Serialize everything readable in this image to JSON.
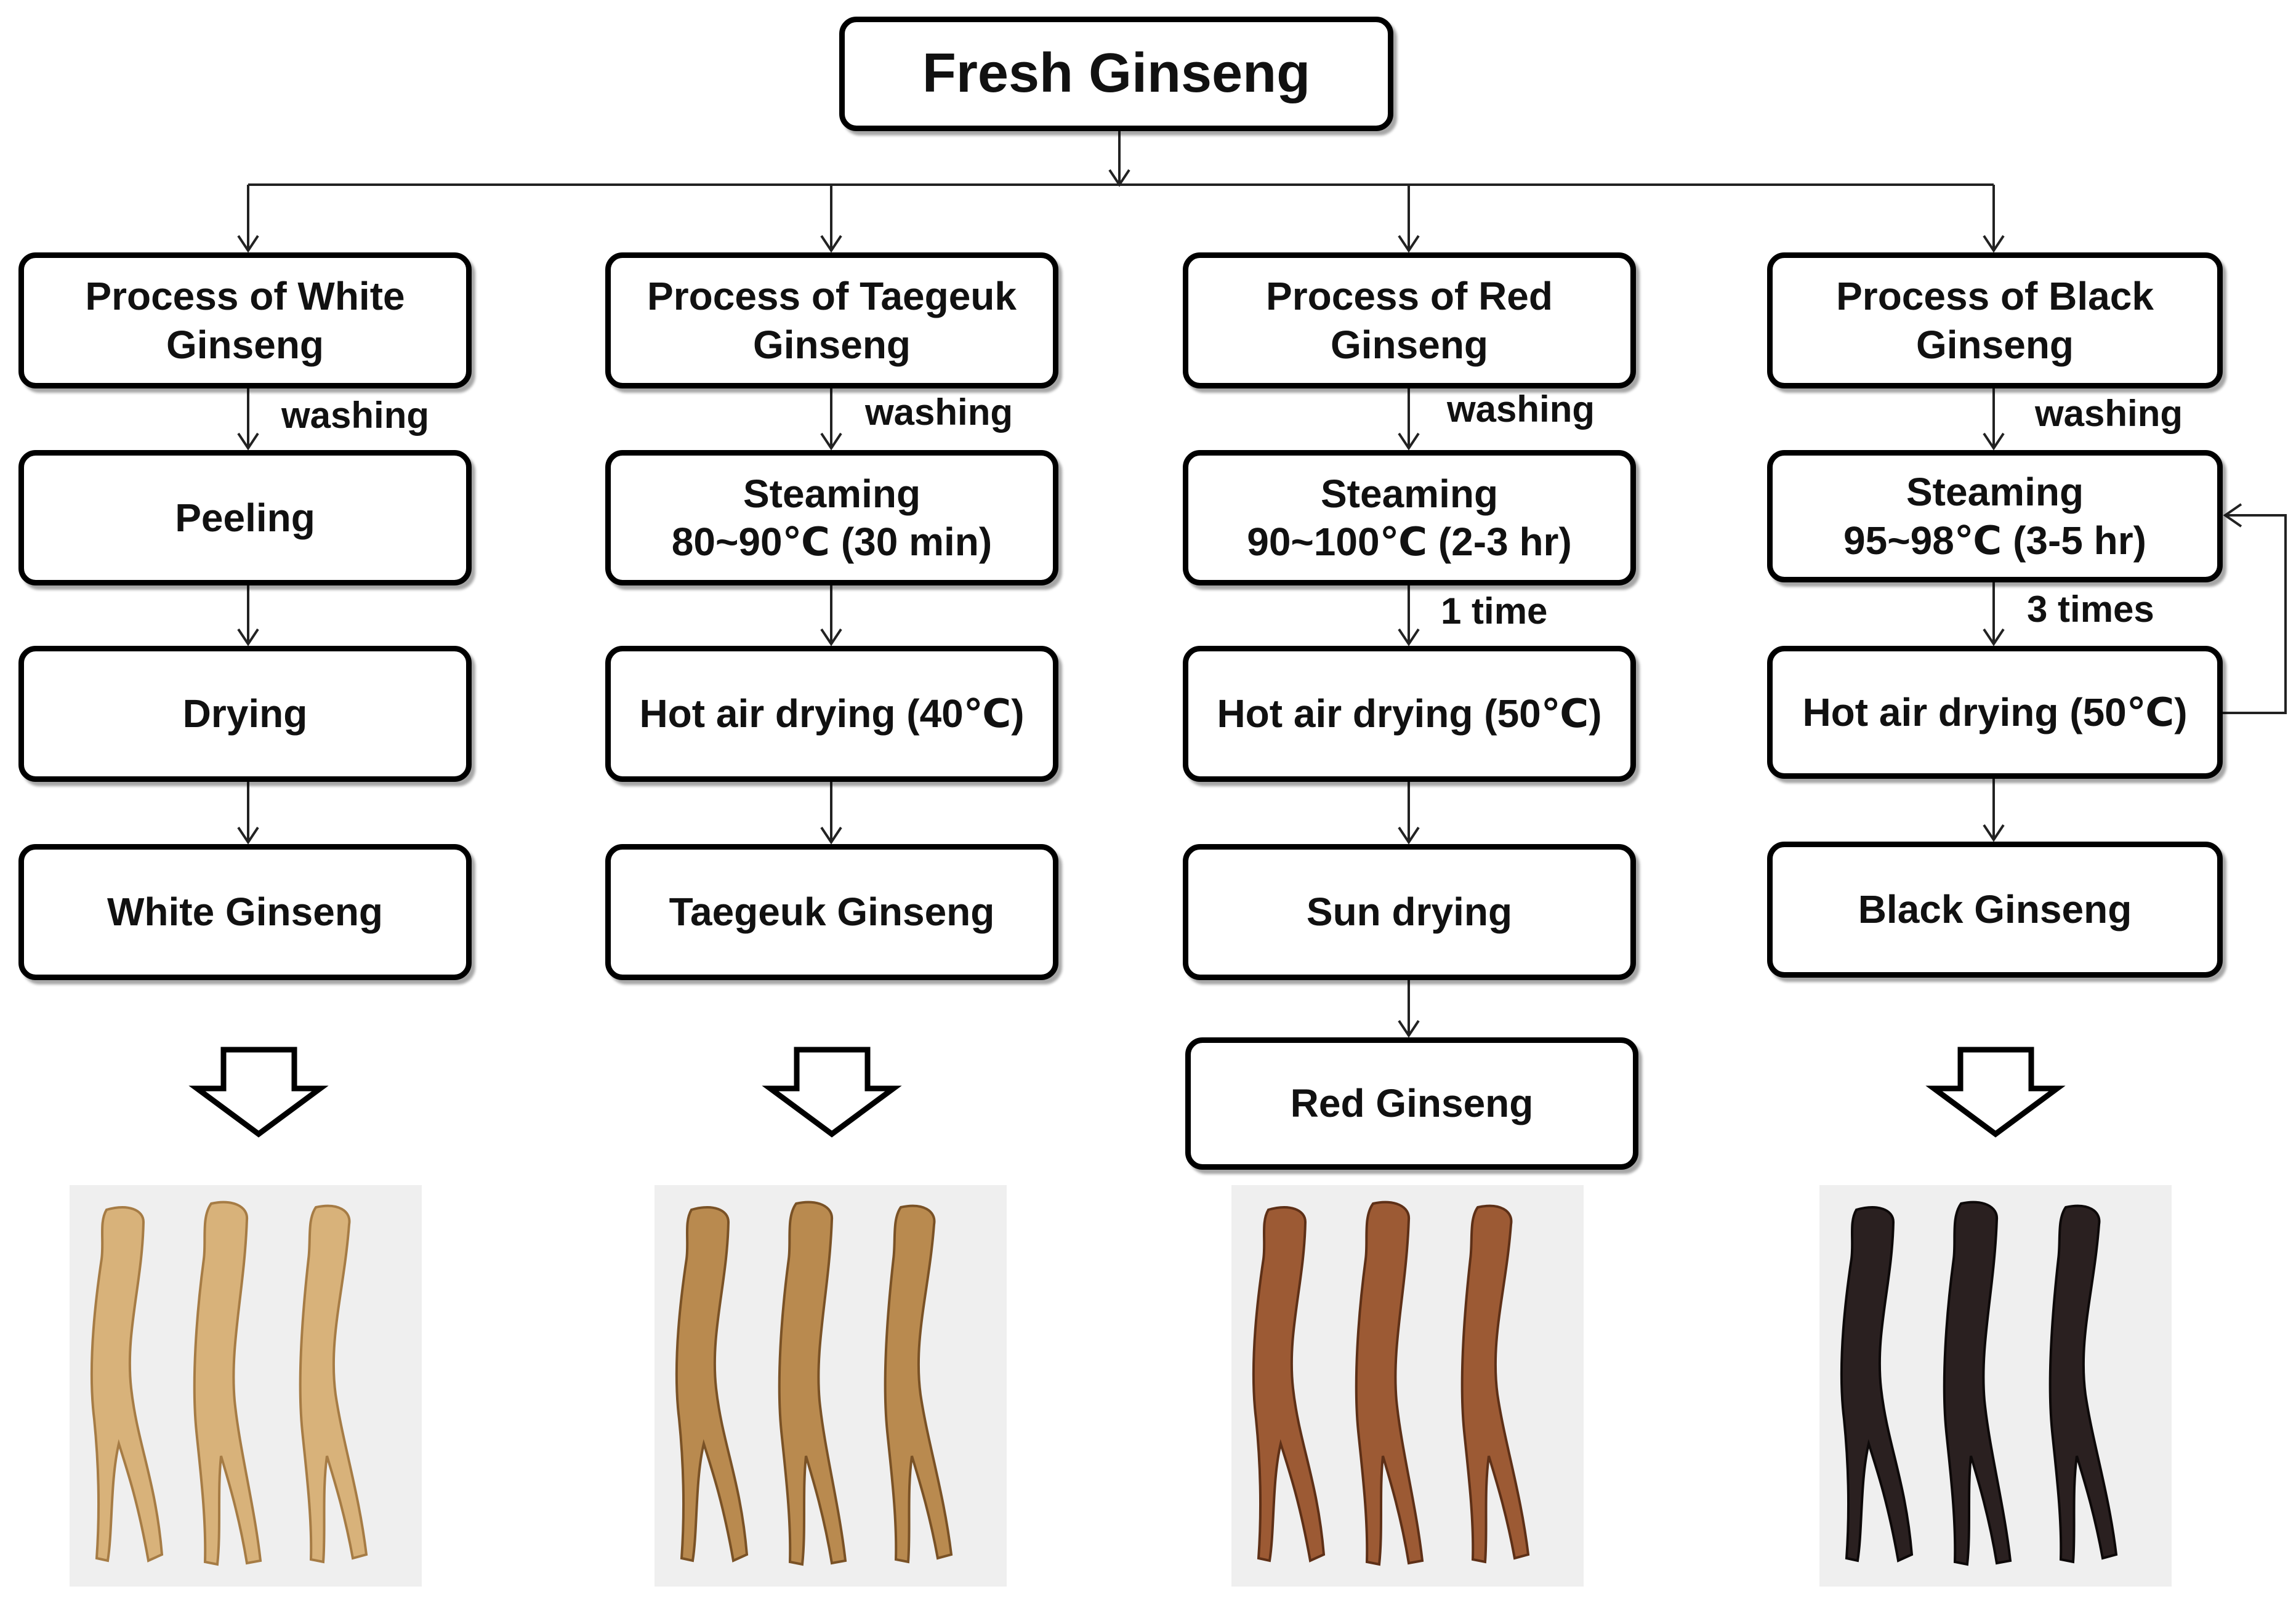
{
  "top": {
    "title": "Fresh Ginseng"
  },
  "columns": [
    {
      "header": "Process of White\nGinseng",
      "washing": "washing",
      "steps": [
        "Peeling",
        "Drying",
        "White Ginseng"
      ]
    },
    {
      "header": "Process of Taegeuk\nGinseng",
      "washing": "washing",
      "steps": [
        "Steaming\n80~90℃ (30 min)",
        "Hot air drying (40℃)",
        "Taegeuk Ginseng"
      ]
    },
    {
      "header": "Process of Red\nGinseng",
      "washing": "washing",
      "steps": [
        "Steaming\n90~100℃ (2-3 hr)",
        "Hot air drying (50℃)",
        "Sun drying",
        "Red Ginseng"
      ],
      "repeat": "1 time"
    },
    {
      "header": "Process of Black\nGinseng",
      "washing": "washing",
      "steps": [
        "Steaming\n95~98℃ (3-5 hr)",
        "Hot air drying (50℃)",
        "Black Ginseng"
      ],
      "repeat": "3 times"
    }
  ],
  "photos": {
    "white": {
      "bg": "#efefef",
      "fill": "#d8b27a",
      "edge": "#a67c45"
    },
    "taegeuk": {
      "bg": "#efefef",
      "fill": "#b98a4f",
      "edge": "#7a5226"
    },
    "red": {
      "bg": "#efefef",
      "fill": "#9c5a34",
      "edge": "#5e3017"
    },
    "black": {
      "bg": "#efefef",
      "fill": "#2a2020",
      "edge": "#0d0909"
    }
  }
}
